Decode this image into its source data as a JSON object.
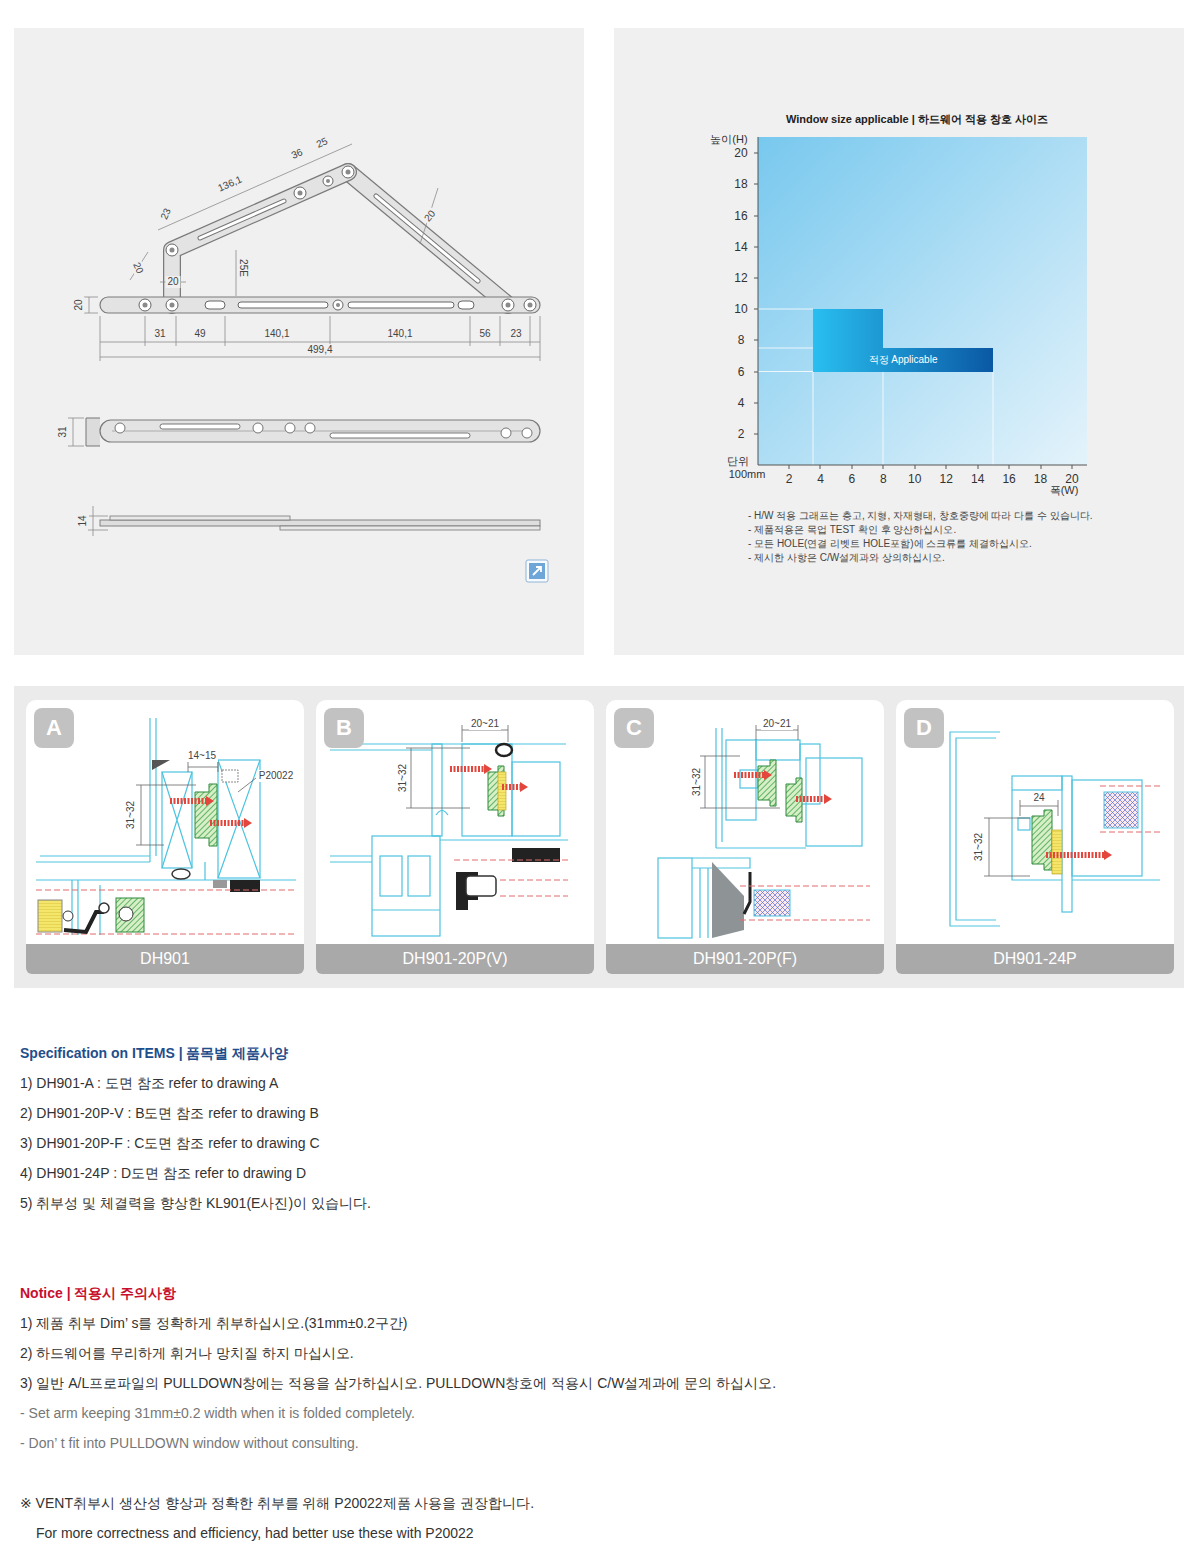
{
  "diagram": {
    "nodes": [
      {
        "text": [
          "적정 Applicable"
        ]
      },
      {
        "text": [
          "A"
        ]
      },
      {
        "text": [
          "DH901"
        ]
      },
      {
        "text": [
          "B"
        ]
      },
      {
        "text": [
          "DH901-20P(V)"
        ]
      },
      {
        "text": [
          "C"
        ]
      },
      {
        "text": [
          "DH901-20P(F)"
        ]
      },
      {
        "text": [
          "D"
        ]
      },
      {
        "text": [
          "DH901-24P"
        ]
      }
    ],
    "labels": [
      "36",
      "25",
      "136,1",
      "23",
      "20",
      "20",
      "25E",
      "20",
      "20",
      "31",
      "49",
      "140,1",
      "140,1",
      "56",
      "23",
      "499,4",
      "31",
      "14",
      "Window size applicable | 하드웨어 적용 창호 사이즈",
      "높이(H)",
      "20",
      "18",
      "16",
      "14",
      "12",
      "10",
      "8",
      "6",
      "4",
      "2",
      "단위",
      "100mm",
      "2",
      "4",
      "6",
      "8",
      "10",
      "12",
      "14",
      "16",
      "18",
      "20",
      "폭(W)",
      "- H/W 적용 그래프는 층고, 지형, 자재형태, 창호중량에 따라 다를 수 있습니다.",
      "- 제품적용은 목업 TEST 확인 후 양산하십시오.",
      "- 모든 HOLE(연결 리벳트 HOLE포함)에 스크류를 체결하십시오.",
      "- 제시한 사항은 C/W설계과와 상의하십시오.",
      "14~15",
      "P20022",
      "31~32",
      "20~21",
      "31~32",
      "20~21",
      "31~32",
      "24",
      "31~32",
      "Specification on ITEMS | 품목별 제품사양",
      "1) DH901-A : 도면 참조 refer to drawing A",
      "2) DH901-20P-V : B도면 참조 refer to drawing B",
      "3) DH901-20P-F : C도면 참조 refer to drawing C",
      "4) DH901-24P : D도면 참조 refer to drawing D",
      "5) 취부성 및 체결력을 향상한 KL901(E사진)이 있습니다.",
      "Notice | 적용시 주의사항",
      "1) 제품 취부 Dim’ s를 정확하게 취부하십시오.(31mm±0.2구간)",
      "2) 하드웨어를 무리하게 휘거나 망치질 하지 마십시오.",
      "3) 일반 A/L프로파일의 PULLDOWN창에는 적용을 삼가하십시오. PULLDOWN창호에 적용시 C/W설계과에 문의 하십시오.",
      "- Set arm keeping 31mm±0.2 width when it is folded completely.",
      "- Don’ t fit into PULLDOWN window without consulting.",
      "※ VENT취부시 생산성 향상과 정확한 취부를 위해 P20022제품 사용을 권장합니다.",
      "For more correctness and efficiency, had better use these with P20022"
    ]
  }
}
